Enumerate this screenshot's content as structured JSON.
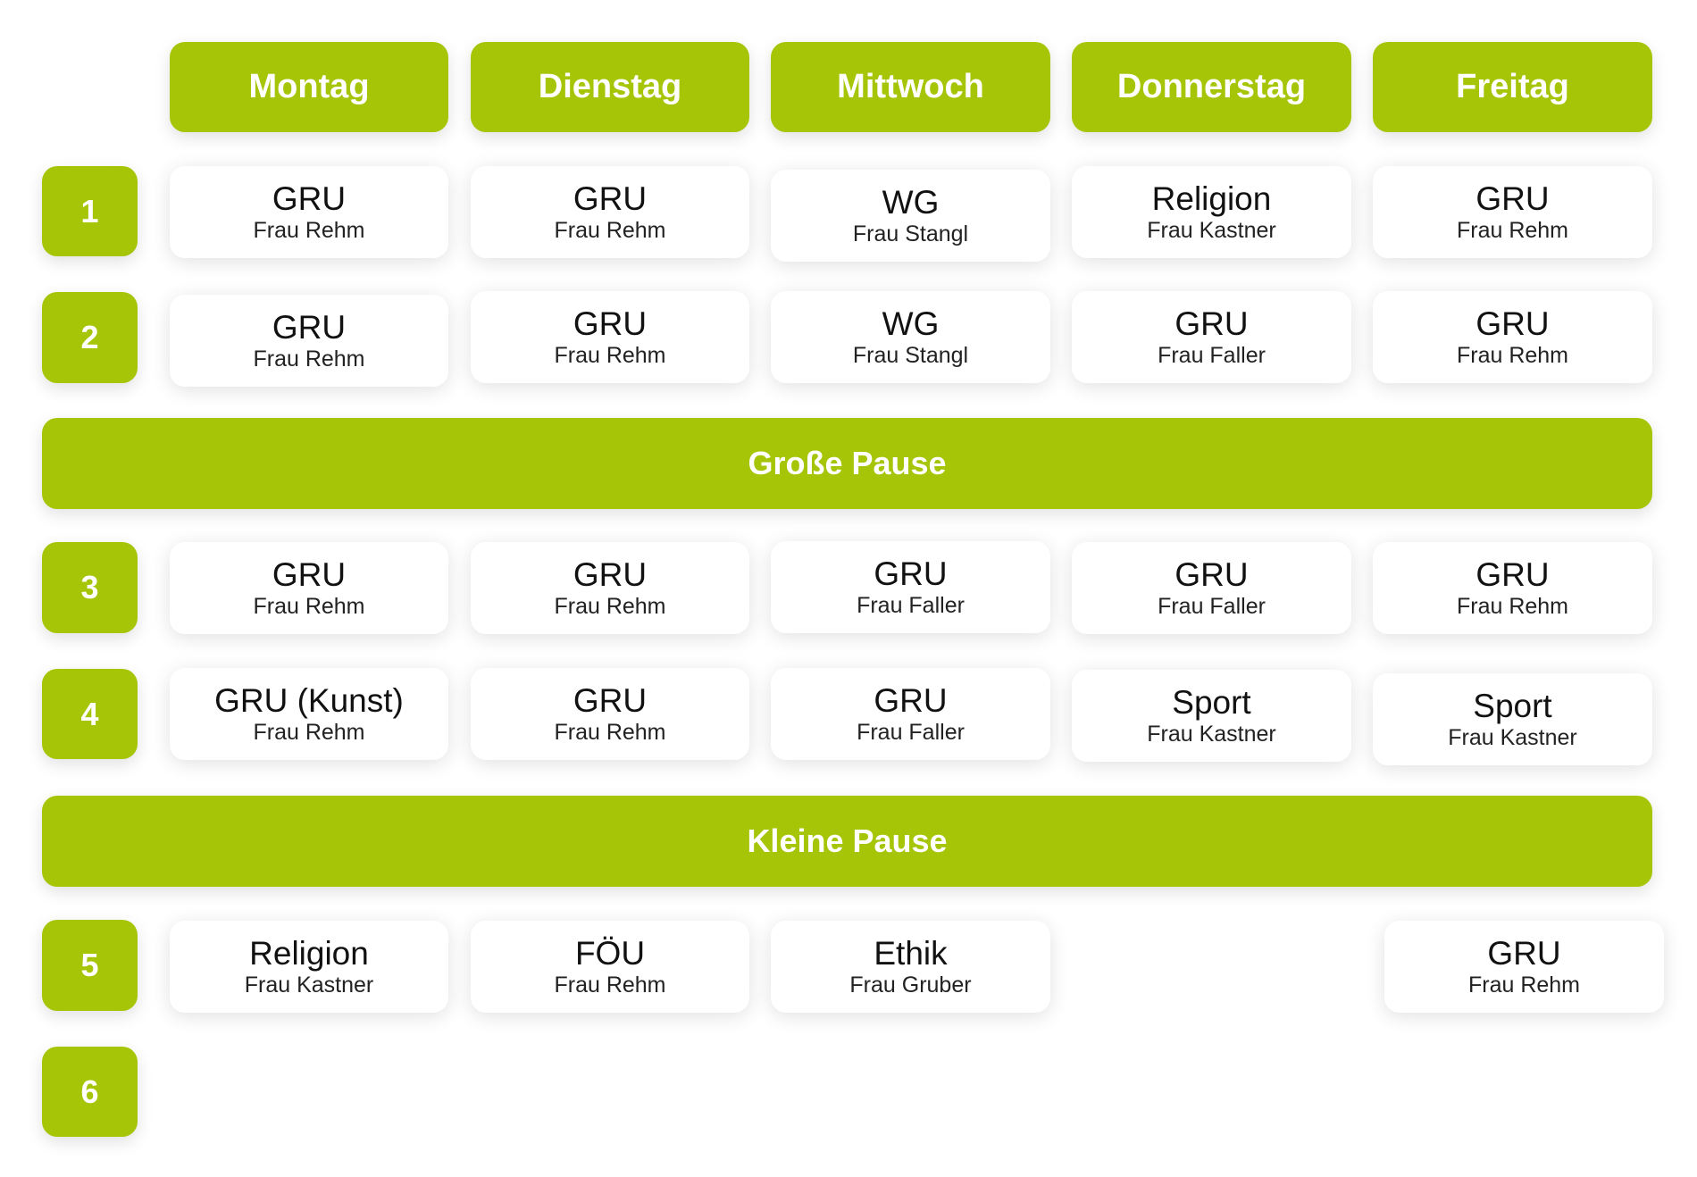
{
  "days": [
    "Montag",
    "Dienstag",
    "Mittwoch",
    "Donnerstag",
    "Freitag"
  ],
  "periods": [
    "1",
    "2",
    "3",
    "4",
    "5",
    "6"
  ],
  "breaks": {
    "big": "Große Pause",
    "small": "Kleine Pause"
  },
  "lessons": {
    "p1": [
      {
        "subject": "GRU",
        "teacher": "Frau Rehm"
      },
      {
        "subject": "GRU",
        "teacher": "Frau Rehm"
      },
      {
        "subject": "WG",
        "teacher": "Frau Stangl"
      },
      {
        "subject": "Religion",
        "teacher": "Frau Kastner"
      },
      {
        "subject": "GRU",
        "teacher": "Frau Rehm"
      }
    ],
    "p2": [
      {
        "subject": "GRU",
        "teacher": "Frau Rehm"
      },
      {
        "subject": "GRU",
        "teacher": "Frau Rehm"
      },
      {
        "subject": "WG",
        "teacher": "Frau Stangl"
      },
      {
        "subject": "GRU",
        "teacher": "Frau Faller"
      },
      {
        "subject": "GRU",
        "teacher": "Frau Rehm"
      }
    ],
    "p3": [
      {
        "subject": "GRU",
        "teacher": "Frau Rehm"
      },
      {
        "subject": "GRU",
        "teacher": "Frau Rehm"
      },
      {
        "subject": "GRU",
        "teacher": "Frau Faller"
      },
      {
        "subject": "GRU",
        "teacher": "Frau Faller"
      },
      {
        "subject": "GRU",
        "teacher": "Frau Rehm"
      }
    ],
    "p4": [
      {
        "subject": "GRU (Kunst)",
        "teacher": "Frau Rehm"
      },
      {
        "subject": "GRU",
        "teacher": "Frau Rehm"
      },
      {
        "subject": "GRU",
        "teacher": "Frau Faller"
      },
      {
        "subject": "Sport",
        "teacher": "Frau Kastner"
      },
      {
        "subject": "Sport",
        "teacher": "Frau Kastner"
      }
    ],
    "p5": [
      {
        "subject": "Religion",
        "teacher": "Frau Kastner"
      },
      {
        "subject": "FÖU",
        "teacher": "Frau Rehm"
      },
      {
        "subject": "Ethik",
        "teacher": "Frau Gruber"
      },
      {
        "subject": "GRU",
        "teacher": "Frau Rehm"
      }
    ]
  },
  "colors": {
    "accent": "#a5c506",
    "cell_bg": "#ffffff",
    "text": "#111111"
  }
}
